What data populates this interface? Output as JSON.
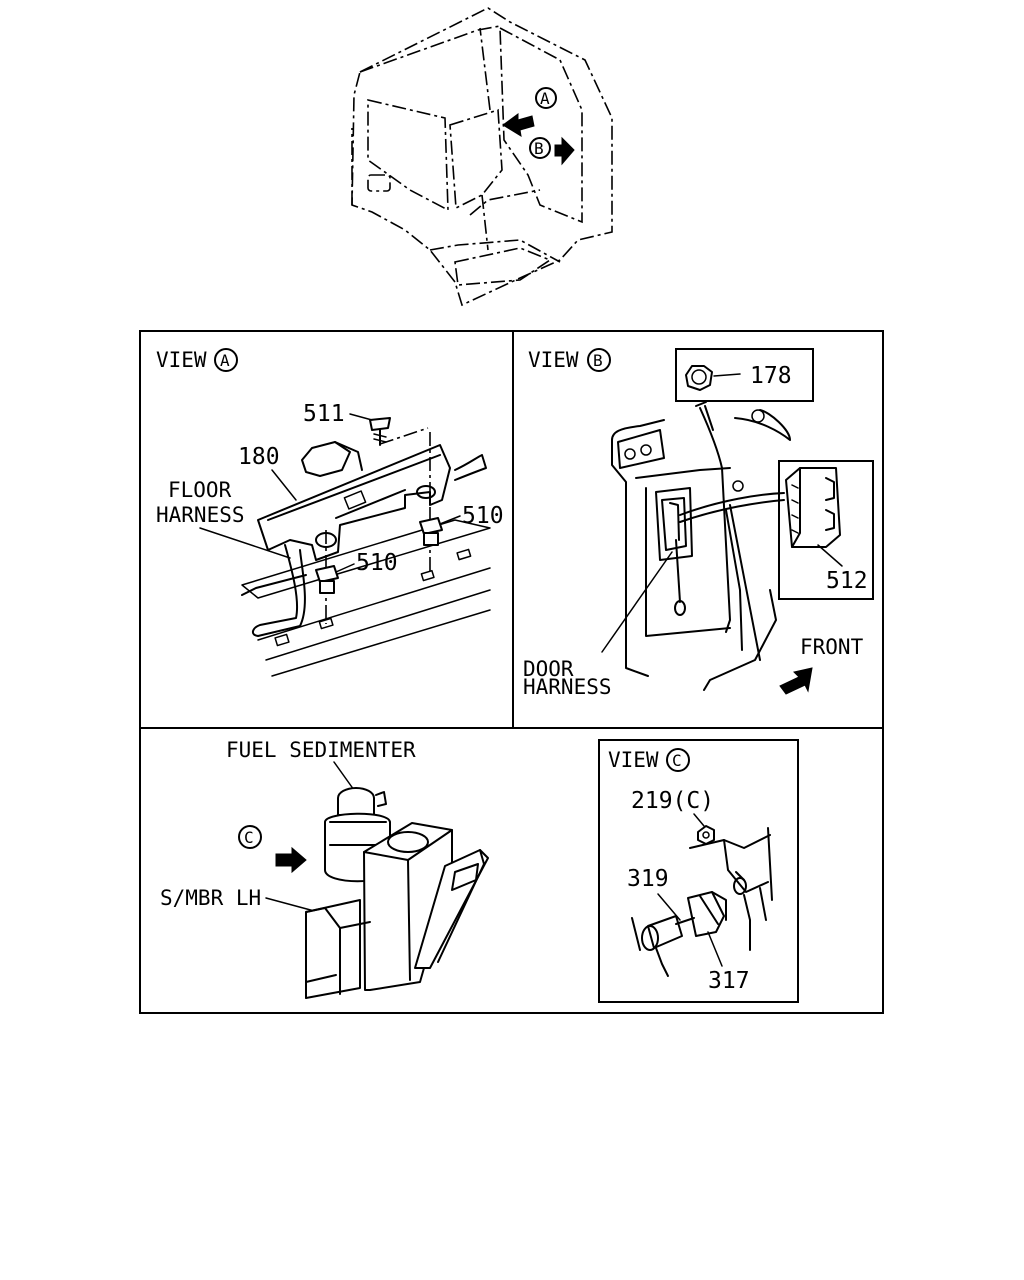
{
  "overview": {
    "view_a": "A",
    "view_b": "B"
  },
  "view_a": {
    "title": "VIEW",
    "letter": "A",
    "labels": {
      "p511": "511",
      "p180": "180",
      "p510_right": "510",
      "p510_left": "510",
      "floor_1": "FLOOR",
      "floor_2": "HARNESS"
    }
  },
  "view_b": {
    "title": "VIEW",
    "letter": "B",
    "labels": {
      "p178": "178",
      "p512": "512",
      "front": "FRONT",
      "door_1": "DOOR",
      "door_2": "HARNESS"
    }
  },
  "bottom_left": {
    "letter": "C",
    "labels": {
      "fuel": "FUEL SEDIMENTER",
      "smbr": "S/MBR LH"
    }
  },
  "view_c": {
    "title": "VIEW",
    "letter": "C",
    "labels": {
      "p219": "219(C)",
      "p319": "319",
      "p317": "317"
    }
  }
}
